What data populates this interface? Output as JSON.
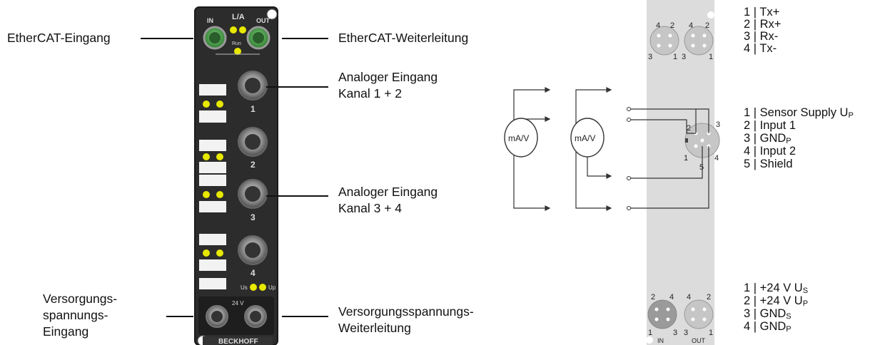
{
  "device": {
    "labels_top": {
      "in": "IN",
      "la": "L/A",
      "out": "OUT",
      "run": "Run"
    },
    "channels": [
      "1",
      "2",
      "3",
      "4"
    ],
    "led_labels": {
      "us": "Us",
      "up": "Up"
    },
    "power_label": "24 V",
    "brand": "BECKHOFF",
    "colors": {
      "housing": "#2b2b2b",
      "led": "#e8e800",
      "ethercat_connector": "#3c8c3c",
      "metal": "#9a9a9a"
    }
  },
  "callouts": {
    "ethercat_in": "EtherCAT-Eingang",
    "ethercat_out": "EtherCAT-Weiterleitung",
    "analog_12": [
      "Analoger Eingang",
      "Kanal 1 + 2"
    ],
    "analog_34": [
      "Analoger Eingang",
      "Kanal 3 + 4"
    ],
    "power_in": [
      "Versorgungs-",
      "spannungs-",
      "Eingang"
    ],
    "power_out": [
      "Versorgungsspannungs-",
      "Weiterleitung"
    ]
  },
  "wiring": {
    "meter_left": "mA/V",
    "meter_right": "mA/V",
    "connector_pins": {
      "p1": "1",
      "p2": "2",
      "p3": "3",
      "p4": "4",
      "p5": "5"
    },
    "ecat_pins": {
      "a": "4",
      "b": "2",
      "c": "3",
      "d": "1"
    },
    "power_pins": {
      "a": "2",
      "b": "4",
      "c": "1",
      "d": "3"
    },
    "power_port_labels": {
      "in": "IN",
      "out": "OUT"
    }
  },
  "pinouts": {
    "ethercat": [
      "1 | Tx+",
      "2 | Rx+",
      "3 | Rx-",
      "4 | Tx-"
    ],
    "analog": [
      {
        "text": "1 | Sensor Supply U",
        "sub": "P"
      },
      {
        "text": "2 | Input 1",
        "sub": ""
      },
      {
        "text": "3 | GND",
        "sub": "P"
      },
      {
        "text": "4 | Input 2",
        "sub": ""
      },
      {
        "text": "5 | Shield",
        "sub": ""
      }
    ],
    "power": [
      {
        "text": "1 | +24 V U",
        "sub": "S"
      },
      {
        "text": "2 | +24 V U",
        "sub": "P"
      },
      {
        "text": "3 | GND",
        "sub": "S"
      },
      {
        "text": "4 | GND",
        "sub": "P"
      }
    ]
  }
}
